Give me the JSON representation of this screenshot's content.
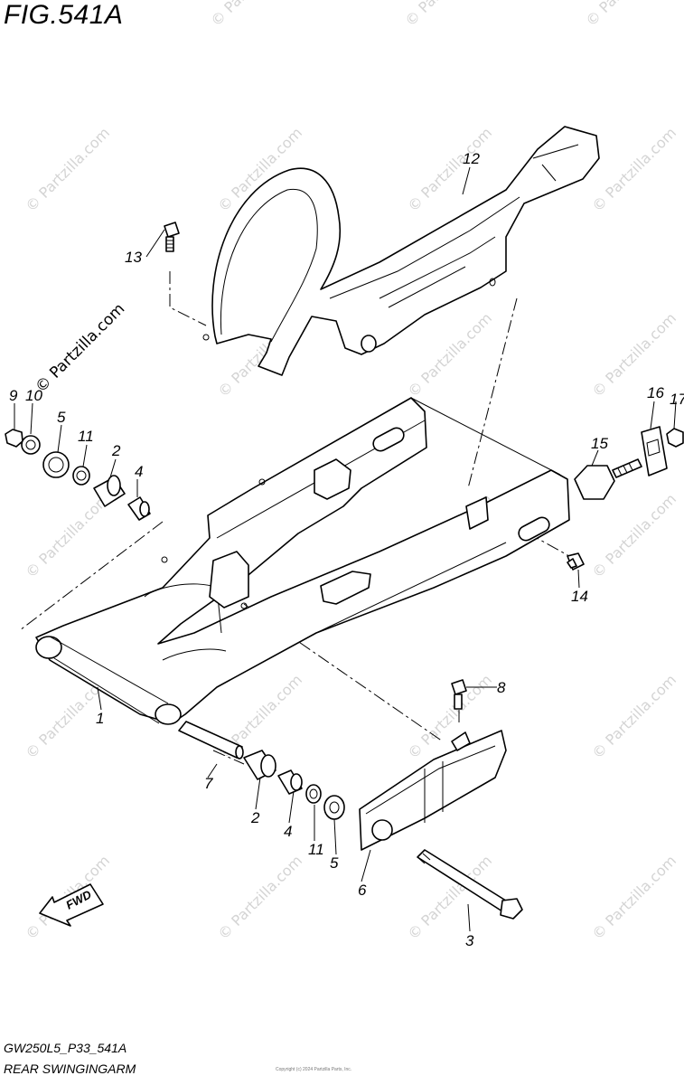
{
  "figure": {
    "title": "FIG.541A",
    "model_code": "GW250L5_P33_541A",
    "caption": "REAR SWINGINGARM",
    "copyright": "Copyright (c) 2024 Partzilla Parts, Inc."
  },
  "watermark": {
    "text": "© Partzilla.com",
    "feature_text": "© Partzilla.com"
  },
  "parts": [
    {
      "callout": "1",
      "name": "swingarm"
    },
    {
      "callout": "2",
      "name": "needle-bearing-upper"
    },
    {
      "callout": "2",
      "name": "needle-bearing-lower"
    },
    {
      "callout": "3",
      "name": "pivot-bolt"
    },
    {
      "callout": "4",
      "name": "spacer-upper"
    },
    {
      "callout": "4",
      "name": "spacer-lower"
    },
    {
      "callout": "5",
      "name": "oil-seal-upper"
    },
    {
      "callout": "5",
      "name": "oil-seal-lower"
    },
    {
      "callout": "6",
      "name": "chain-buffer"
    },
    {
      "callout": "7",
      "name": "pivot-shaft"
    },
    {
      "callout": "8",
      "name": "buffer-screw"
    },
    {
      "callout": "9",
      "name": "nut"
    },
    {
      "callout": "10",
      "name": "washer"
    },
    {
      "callout": "11",
      "name": "thrust-washer-upper"
    },
    {
      "callout": "11",
      "name": "thrust-washer-lower"
    },
    {
      "callout": "12",
      "name": "chain-case-mudguard"
    },
    {
      "callout": "13",
      "name": "mudguard-bolt"
    },
    {
      "callout": "14",
      "name": "chain-case-screw"
    },
    {
      "callout": "15",
      "name": "chain-adjuster"
    },
    {
      "callout": "16",
      "name": "adjuster-plate"
    },
    {
      "callout": "17",
      "name": "adjuster-nut"
    }
  ],
  "fwd_label": "FWD"
}
